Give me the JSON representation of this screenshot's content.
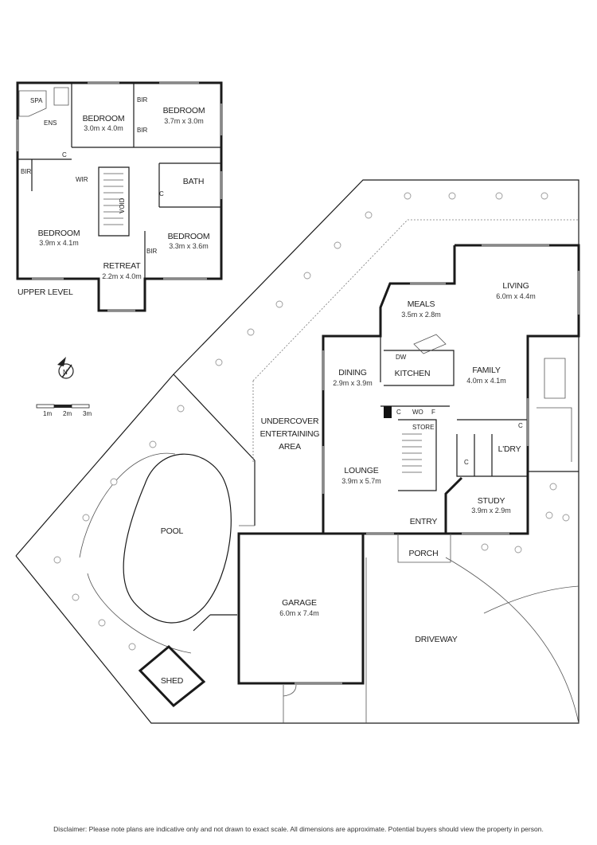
{
  "upper_level": {
    "label": "UPPER LEVEL",
    "rooms": {
      "spa": "SPA",
      "ens": "ENS",
      "bir_left": "BIR",
      "wir": "WIR",
      "bedroom_a": {
        "name": "BEDROOM",
        "size": "3.0m x 4.0m"
      },
      "bedroom_b": {
        "name": "BEDROOM",
        "size": "3.7m x 3.0m"
      },
      "bir_top1": "BIR",
      "bir_top2": "BIR",
      "bath": "BATH",
      "void": "VOID",
      "cupboard_c1": "C",
      "cupboard_c2": "C",
      "bedroom_c": {
        "name": "BEDROOM",
        "size": "3.9m x 4.1m"
      },
      "bir_mid": "BIR",
      "bedroom_d": {
        "name": "BEDROOM",
        "size": "3.3m x 3.6m"
      },
      "retreat": {
        "name": "RETREAT",
        "size": "2.2m x 4.0m"
      }
    }
  },
  "ground_level": {
    "living": {
      "name": "LIVING",
      "size": "6.0m x 4.4m"
    },
    "meals": {
      "name": "MEALS",
      "size": "3.5m x 2.8m"
    },
    "dining": {
      "name": "DINING",
      "size": "2.9m x 3.9m"
    },
    "kitchen": "KITCHEN",
    "dw": "DW",
    "family": {
      "name": "FAMILY",
      "size": "4.0m x 4.1m"
    },
    "undercover": [
      "UNDERCOVER",
      "ENTERTAINING",
      "AREA"
    ],
    "store": "STORE",
    "c_left": "C",
    "wo": "WO",
    "f": "F",
    "c_ldry": "C",
    "c_wc": "C",
    "ldry": "L'DRY",
    "lounge": {
      "name": "LOUNGE",
      "size": "3.9m x 5.7m"
    },
    "study": {
      "name": "STUDY",
      "size": "3.9m x 2.9m"
    },
    "entry": "ENTRY",
    "porch": "PORCH",
    "pool": "POOL",
    "garage": {
      "name": "GARAGE",
      "size": "6.0m x 7.4m"
    },
    "driveway": "DRIVEWAY",
    "shed": "SHED"
  },
  "compass": {
    "letter": "N",
    "icon": "north-arrow-icon"
  },
  "scale": {
    "labels": [
      "1m",
      "2m",
      "3m"
    ]
  },
  "disclaimer": "Disclaimer: Please note plans are indicative only and not drawn to exact scale. All dimensions are approximate. Potential buyers should view the property in person."
}
